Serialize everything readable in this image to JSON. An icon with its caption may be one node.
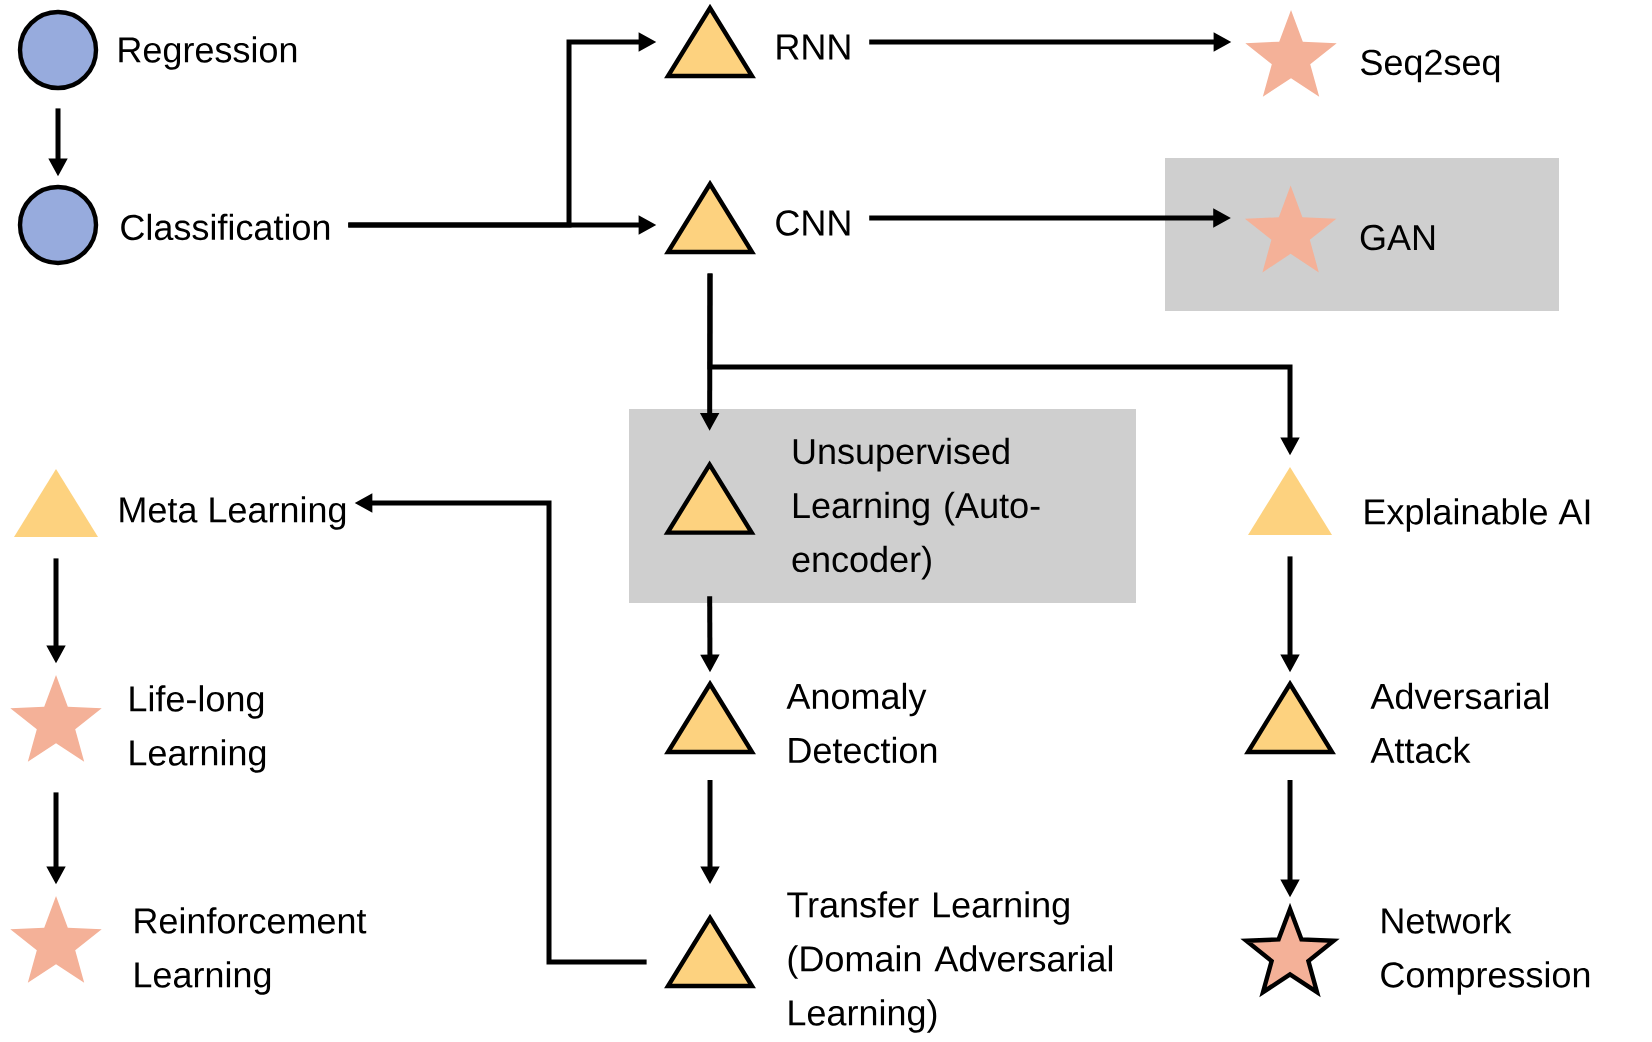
{
  "diagram": {
    "nodes": [
      {
        "text": [
          "Regression"
        ]
      },
      {
        "text": [
          "Classification"
        ]
      },
      {
        "text": [
          "RNN"
        ]
      },
      {
        "text": [
          "CNN"
        ]
      },
      {
        "text": [
          "Seq2seq"
        ]
      },
      {
        "text": [],
        "shape": "box"
      },
      {
        "text": [
          "GAN"
        ],
        "in": 5
      },
      {
        "text": [],
        "shape": "box"
      },
      {
        "text": [
          "Unsupervised Learning (Auto-encoder)"
        ],
        "in": 7
      },
      {
        "text": [
          "Meta Learning"
        ]
      },
      {
        "text": [
          "Explainable AI"
        ]
      },
      {
        "text": [
          "Life-long Learning"
        ]
      },
      {
        "text": [
          "Anomaly Detection"
        ]
      },
      {
        "text": [
          "Adversarial Attack"
        ]
      },
      {
        "text": [
          "Reinforcement Learning"
        ]
      },
      {
        "text": [
          "Transfer Learning (Domain Adversarial Learning)"
        ]
      },
      {
        "text": [
          "Network Compression"
        ]
      }
    ],
    "edges": [
      {
        "from": 0,
        "to": 1,
        "arrow": "to"
      },
      {
        "from": 1,
        "to": 2,
        "arrow": "to"
      },
      {
        "from": 1,
        "to": 3,
        "arrow": "to"
      },
      {
        "from": 2,
        "to": 4,
        "arrow": "to"
      },
      {
        "from": 3,
        "to": 6,
        "arrow": "to"
      },
      {
        "from": 3,
        "to": 8,
        "arrow": "to"
      },
      {
        "from": 3,
        "to": 10,
        "arrow": "to"
      },
      {
        "from": 8,
        "to": 12,
        "arrow": "to"
      },
      {
        "from": 12,
        "to": 15,
        "arrow": "to"
      },
      {
        "from": 15,
        "to": 9,
        "arrow": "to"
      },
      {
        "from": 9,
        "to": 11,
        "arrow": "to"
      },
      {
        "from": 11,
        "to": 14,
        "arrow": "to"
      },
      {
        "from": 10,
        "to": 13,
        "arrow": "to"
      },
      {
        "from": 13,
        "to": 16,
        "arrow": "to"
      }
    ]
  }
}
